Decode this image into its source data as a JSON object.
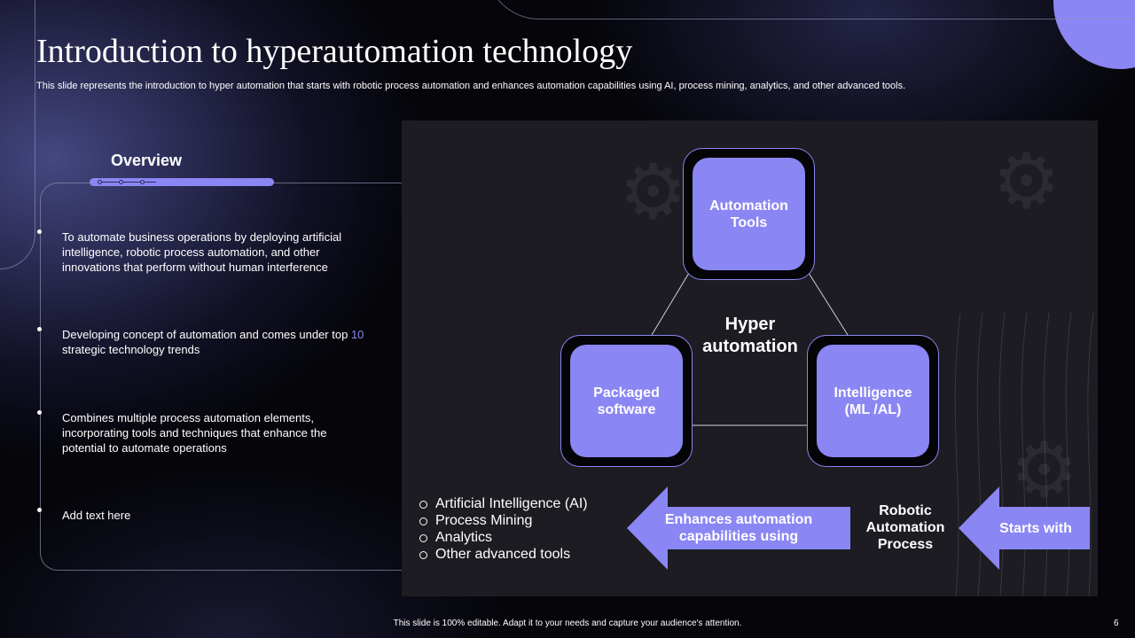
{
  "slide": {
    "title": "Introduction to hyperautomation technology",
    "subtitle": "This slide represents the introduction to hyper automation that starts with robotic process automation and enhances automation capabilities using AI, process mining, analytics, and other advanced tools.",
    "accent_color": "#8a86f3",
    "background_color": "#05050a",
    "panel_color": "#1c1c22"
  },
  "overview": {
    "heading": "Overview",
    "bullets": [
      {
        "text": "To automate business operations by deploying artificial intelligence, robotic process automation, and other innovations that perform without human interference"
      },
      {
        "prefix": "Developing concept of automation and comes under top ",
        "highlight": "10",
        "suffix": " strategic technology trends"
      },
      {
        "text": "Combines multiple process automation elements, incorporating tools and techniques that enhance the potential to automate operations"
      },
      {
        "text": "Add text here"
      }
    ]
  },
  "diagram": {
    "center_label": "Hyper automation",
    "nodes": [
      {
        "label": "Automation Tools"
      },
      {
        "label": "Packaged software"
      },
      {
        "label": "Intelligence (ML /AL)"
      }
    ],
    "flow": {
      "start_label": "Starts with",
      "middle_label": "Robotic Automation Process",
      "enhance_label": "Enhances automation capabilities using",
      "tools": [
        "Artificial Intelligence  (AI)",
        "Process Mining",
        "Analytics",
        "Other advanced tools"
      ]
    }
  },
  "footer": {
    "note": "This slide is 100% editable.  Adapt it to your needs and capture your audience's attention.",
    "page_number": "6"
  }
}
